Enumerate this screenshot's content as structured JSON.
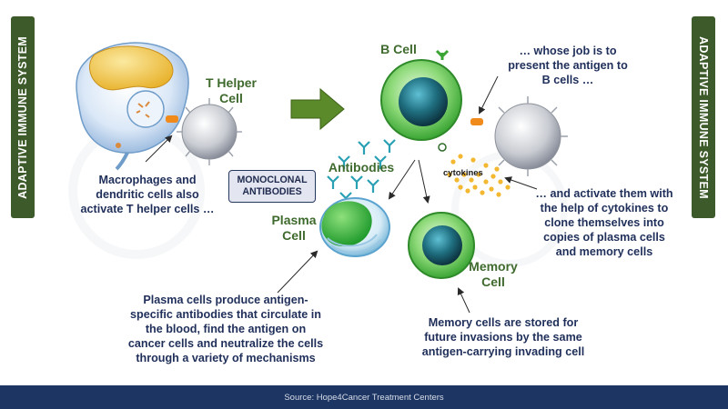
{
  "side_bars": {
    "left_text": "ADAPTIVE IMMUNE SYSTEM",
    "right_text": "ADAPTIVE IMMUNE SYSTEM",
    "color": "#3d5a2a"
  },
  "labels": {
    "t_helper_cell": "T Helper\nCell",
    "b_cell": "B Cell",
    "antibodies": "Antibodies",
    "plasma_cell": "Plasma\nCell",
    "memory_cell": "Memory\nCell",
    "cytokines": "cytokines",
    "monoclonal_antibodies": "MONOCLONAL\nANTIBODIES"
  },
  "captions": {
    "macrophages": "Macrophages and\ndendritic cells also\nactivate T helper cells …",
    "present_antigen": "… whose job is to\npresent the antigen to\nB cells …",
    "activate_them": "… and activate them with\nthe help of cytokines to\nclone themselves into\ncopies of plasma cells\nand memory cells",
    "plasma_cells": "Plasma cells produce antigen-\nspecific antibodies that circulate in\nthe blood, find the antigen on\ncancer cells and neutralize the cells\nthrough a variety of mechanisms",
    "memory_cells": "Memory cells are stored for\nfuture invasions by the same\nantigen-carrying invading cell"
  },
  "footer": {
    "source": "Source: Hope4Cancer Treatment Centers"
  },
  "colors": {
    "label_green": "#3f6a2d",
    "body_text": "#1f2f5a",
    "footer_bg": "#1d3562",
    "cell_green": "#4cc24a",
    "arrow_green": "#5a8a2a"
  }
}
